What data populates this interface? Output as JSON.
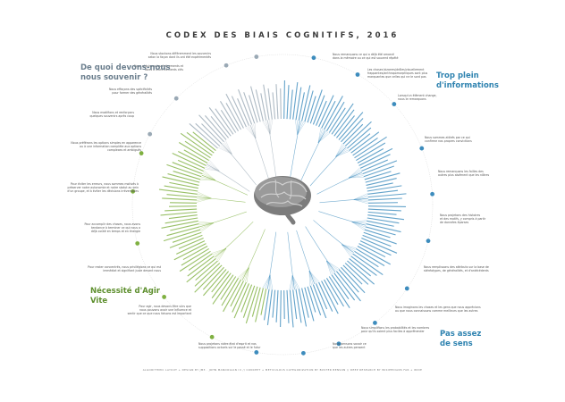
{
  "title": "CODEX DES BIAIS COGNITIFS, 2016",
  "quadrants": {
    "memory": "De quoi devons-nous nous souvenir ?",
    "information": "Trop plein d'informations",
    "speed": "Nécessité d'Agir Vite",
    "meaning": "Pas assez de sens"
  },
  "footer": "ALGORITHMIC LAYOUT + DESIGN BY JM3 · JOHN MANOOGIAN III // CONCEPT + METICULOUS CATEGORIZATION BY BUSTER BENSON // DEEP RESEARCH BY WIKIPEDIANS FAR + WIDE",
  "colors": {
    "memory": "#9aa9b5",
    "information": "#3d8cbd",
    "speed": "#7fb041",
    "meaning": "#3d8cbd",
    "brain": "#8a8a8a"
  },
  "center_icon": "brain-icon",
  "annotations": [
    {
      "id": "mem-1",
      "group": "memory",
      "text": [
        "Nous stockons différemment les souvenirs",
        "selon la façon dont ils ont été expérimentés"
      ]
    },
    {
      "id": "mem-2",
      "group": "memory",
      "text": [
        "Nous réduisons les événements et",
        "listes à leurs éléments clés"
      ]
    },
    {
      "id": "mem-3",
      "group": "memory",
      "text": [
        "Nous effaçons des spécificités",
        "pour former des généralités"
      ]
    },
    {
      "id": "mem-4",
      "group": "memory",
      "text": [
        "Nous modifions et renforçons",
        "quelques souvenirs après coup"
      ]
    },
    {
      "id": "info-1",
      "group": "information",
      "text": [
        "Nous remarquons ce qui a déjà été amorcé",
        "dans la mémoire ou ce qui est souvent répété"
      ]
    },
    {
      "id": "info-2",
      "group": "information",
      "text": [
        "Les choses bizarres/drôles/visuellement",
        "frappantes/anthropomorphiques sont plus",
        "marquantes que celles qui ne le sont pas"
      ]
    },
    {
      "id": "info-3",
      "group": "information",
      "text": [
        "Lorsqu'un élément change,",
        "nous le remarquons"
      ]
    },
    {
      "id": "info-4",
      "group": "information",
      "text": [
        "Nous sommes attirés par ce qui",
        "confirme nos propres convictions"
      ]
    },
    {
      "id": "info-5",
      "group": "information",
      "text": [
        "Nous remarquons les failles des",
        "autres plus aisément que les nôtres"
      ]
    },
    {
      "id": "mean-1",
      "group": "meaning",
      "text": [
        "Nous projetons des histoires",
        "et des motifs, y compris à partir",
        "de données éparses"
      ]
    },
    {
      "id": "mean-2",
      "group": "meaning",
      "text": [
        "Nous remplissons des attributs sur la base de",
        "stéréotypes, de généralités, et d'antécédents"
      ]
    },
    {
      "id": "mean-3",
      "group": "meaning",
      "text": [
        "Nous imaginons les choses et les gens que nous apprécions",
        "ou que nous connaissons comme meilleurs que les autres"
      ]
    },
    {
      "id": "mean-4",
      "group": "meaning",
      "text": [
        "Nous simplifions les probabilités et les nombres",
        "pour qu'ils soient plus faciles à appréhender"
      ]
    },
    {
      "id": "mean-5",
      "group": "meaning",
      "text": [
        "Nous pensons savoir ce",
        "que les autres pensent"
      ]
    },
    {
      "id": "mean-6",
      "group": "meaning",
      "text": [
        "Nous projetons notre état d'esprit et nos",
        "suppositions actuels sur le passé et le futur"
      ]
    },
    {
      "id": "speed-1",
      "group": "speed",
      "text": [
        "Pour agir, nous devons être sûrs que",
        "nous pouvons avoir une influence et",
        "sentir que ce que nous faisons est important"
      ]
    },
    {
      "id": "speed-2",
      "group": "speed",
      "text": [
        "Pour rester concentrés, nous privilégions ce qui est",
        "immédiat et signifiant juste devant nous"
      ]
    },
    {
      "id": "speed-3",
      "group": "speed",
      "text": [
        "Pour accomplir des choses, nous avons",
        "tendance à terminer ce qui nous a",
        "déjà coûté en temps et en énergie"
      ]
    },
    {
      "id": "speed-4",
      "group": "speed",
      "text": [
        "Pour éviter les erreurs, nous sommes motivés à",
        "préserver notre autonomie et notre statut au sein",
        "d'un groupe, et à éviter les décisions irréversibles"
      ]
    },
    {
      "id": "speed-5",
      "group": "speed",
      "text": [
        "Nous préférons les options simples en apparence",
        "ou à une information complète aux options",
        "complexes et ambiguës"
      ]
    }
  ]
}
